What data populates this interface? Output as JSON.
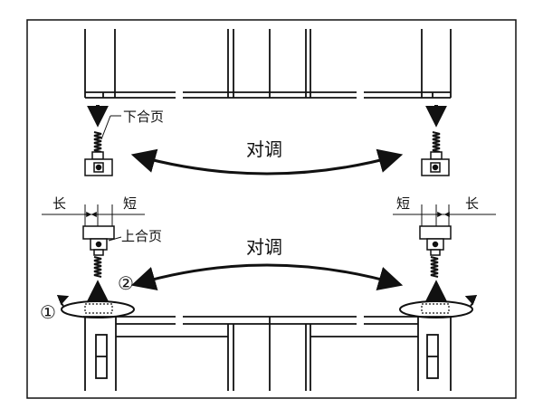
{
  "labels": {
    "lower_hinge": "下合页",
    "upper_hinge": "上合页",
    "swap_top": "对调",
    "swap_bottom": "对调",
    "long_left": "长",
    "short_left": "短",
    "short_right": "短",
    "long_right": "长",
    "step_one": "①",
    "step_two": "②"
  }
}
